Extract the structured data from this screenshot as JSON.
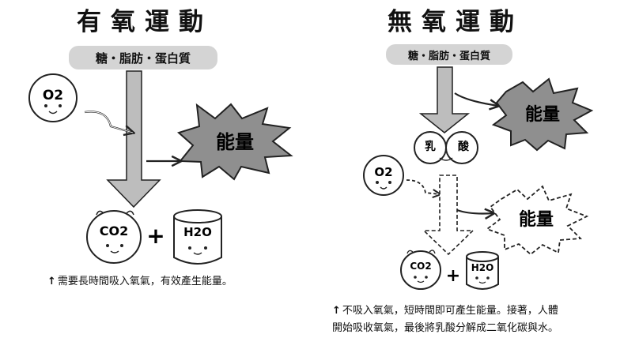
{
  "aerobic": {
    "title": "有氧運動",
    "fuel": "糖・脂肪・蛋白質",
    "oxygen": "O2",
    "energy": "能量",
    "co2": "CO2",
    "water": "H2O",
    "plus": "+",
    "caption": "需要長時間吸入氧氣，有效產生能量。"
  },
  "anaerobic": {
    "title": "無氧運動",
    "fuel": "糖・脂肪・蛋白質",
    "lactic_left": "乳",
    "lactic_right": "酸",
    "oxygen": "O2",
    "energy_top": "能量",
    "energy_bottom": "能量",
    "co2": "CO2",
    "water": "H2O",
    "plus": "+",
    "caption_line1": "不吸入氧氣，短時間即可產生能量。接著，人體",
    "caption_line2": "開始吸收氧氣，最後將乳酸分解成二氧化碳與水。"
  },
  "colors": {
    "arrow_fill": "#bdbdbd",
    "burst_fill": "#8f8f8f",
    "pill_bg": "#d4d4d4"
  }
}
